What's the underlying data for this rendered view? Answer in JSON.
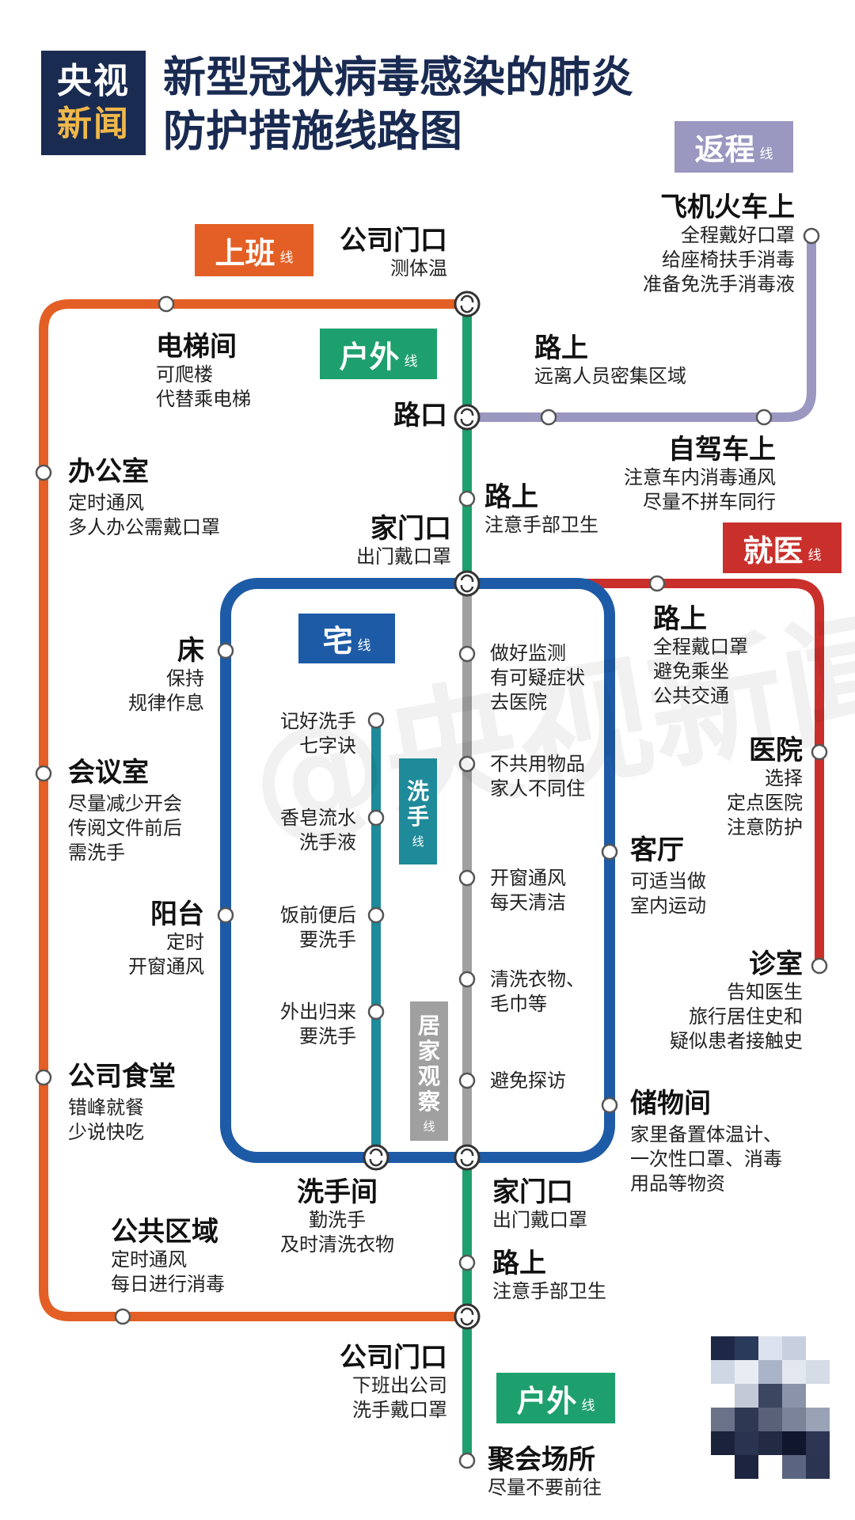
{
  "logo": {
    "line1": "央视",
    "line2": "新闻"
  },
  "title": {
    "line1": "新型冠状病毒感染的肺炎",
    "line2": "防护措施线路图"
  },
  "line_suffix": "线",
  "colors": {
    "work": "#e35f25",
    "return": "#9a98c0",
    "outdoor": "#1ea06e",
    "medical": "#c9302c",
    "home": "#1e5ba6",
    "handwash": "#1e8a9a",
    "observe": "#a0a0a0",
    "navy": "#1a2b52"
  },
  "lines": {
    "return": "返程",
    "work": "上班",
    "outdoor_top": "户外",
    "medical": "就医",
    "home": "宅",
    "handwash": "洗手",
    "observe": "居家观察",
    "outdoor_bottom": "户外"
  },
  "stations": {
    "plane_train": {
      "name": "飞机火车上",
      "desc": [
        "全程戴好口罩",
        "给座椅扶手消毒",
        "准备免洗手消毒液"
      ]
    },
    "company_gate_top": {
      "name": "公司门口",
      "desc": [
        "测体温"
      ]
    },
    "elevator": {
      "name": "电梯间",
      "desc": [
        "可爬楼",
        "代替乘电梯"
      ]
    },
    "road_return": {
      "name": "路上",
      "desc": [
        "远离人员密集区域"
      ]
    },
    "crossing": {
      "name": "路口",
      "desc": []
    },
    "self_drive": {
      "name": "自驾车上",
      "desc": [
        "注意车内消毒通风",
        "尽量不拼车同行"
      ]
    },
    "office": {
      "name": "办公室",
      "desc": [
        "定时通风",
        "多人办公需戴口罩"
      ]
    },
    "road_outdoor_top": {
      "name": "路上",
      "desc": [
        "注意手部卫生"
      ]
    },
    "home_gate_top": {
      "name": "家门口",
      "desc": [
        "出门戴口罩"
      ]
    },
    "road_medical": {
      "name": "路上",
      "desc": [
        "全程戴口罩",
        "避免乘坐",
        "公共交通"
      ]
    },
    "bed": {
      "name": "床",
      "desc": [
        "保持",
        "规律作息"
      ]
    },
    "hospital": {
      "name": "医院",
      "desc": [
        "选择",
        "定点医院",
        "注意防护"
      ]
    },
    "meeting_room": {
      "name": "会议室",
      "desc": [
        "尽量减少开会",
        "传阅文件前后",
        "需洗手"
      ]
    },
    "living_room": {
      "name": "客厅",
      "desc": [
        "可适当做",
        "室内运动"
      ]
    },
    "balcony": {
      "name": "阳台",
      "desc": [
        "定时",
        "开窗通风"
      ]
    },
    "clinic": {
      "name": "诊室",
      "desc": [
        "告知医生",
        "旅行居住史和",
        "疑似患者接触史"
      ]
    },
    "canteen": {
      "name": "公司食堂",
      "desc": [
        "错峰就餐",
        "少说快吃"
      ]
    },
    "storage": {
      "name": "储物间",
      "desc": [
        "家里备置体温计、",
        "一次性口罩、消毒",
        "用品等物资"
      ]
    },
    "washroom": {
      "name": "洗手间",
      "desc": [
        "勤洗手",
        "及时清洗衣物"
      ]
    },
    "home_gate_bottom": {
      "name": "家门口",
      "desc": [
        "出门戴口罩"
      ]
    },
    "public_area": {
      "name": "公共区域",
      "desc": [
        "定时通风",
        "每日进行消毒"
      ]
    },
    "road_outdoor_bottom": {
      "name": "路上",
      "desc": [
        "注意手部卫生"
      ]
    },
    "company_gate_bottom": {
      "name": "公司门口",
      "desc": [
        "下班出公司",
        "洗手戴口罩"
      ]
    },
    "gathering": {
      "name": "聚会场所",
      "desc": [
        "尽量不要前往"
      ]
    },
    "hw1": {
      "desc": [
        "记好洗手",
        "七字诀"
      ]
    },
    "hw2": {
      "desc": [
        "香皂流水",
        "洗手液"
      ]
    },
    "hw3": {
      "desc": [
        "饭前便后",
        "要洗手"
      ]
    },
    "hw4": {
      "desc": [
        "外出归来",
        "要洗手"
      ]
    },
    "ob1": {
      "desc": [
        "做好监测",
        "有可疑症状",
        "去医院"
      ]
    },
    "ob2": {
      "desc": [
        "不共用物品",
        "家人不同住"
      ]
    },
    "ob3": {
      "desc": [
        "开窗通风",
        "每天清洁"
      ]
    },
    "ob4": {
      "desc": [
        "清洗衣物、",
        "毛巾等"
      ]
    },
    "ob5": {
      "desc": [
        "避免探访"
      ]
    }
  },
  "watermark": "@央视新闻"
}
